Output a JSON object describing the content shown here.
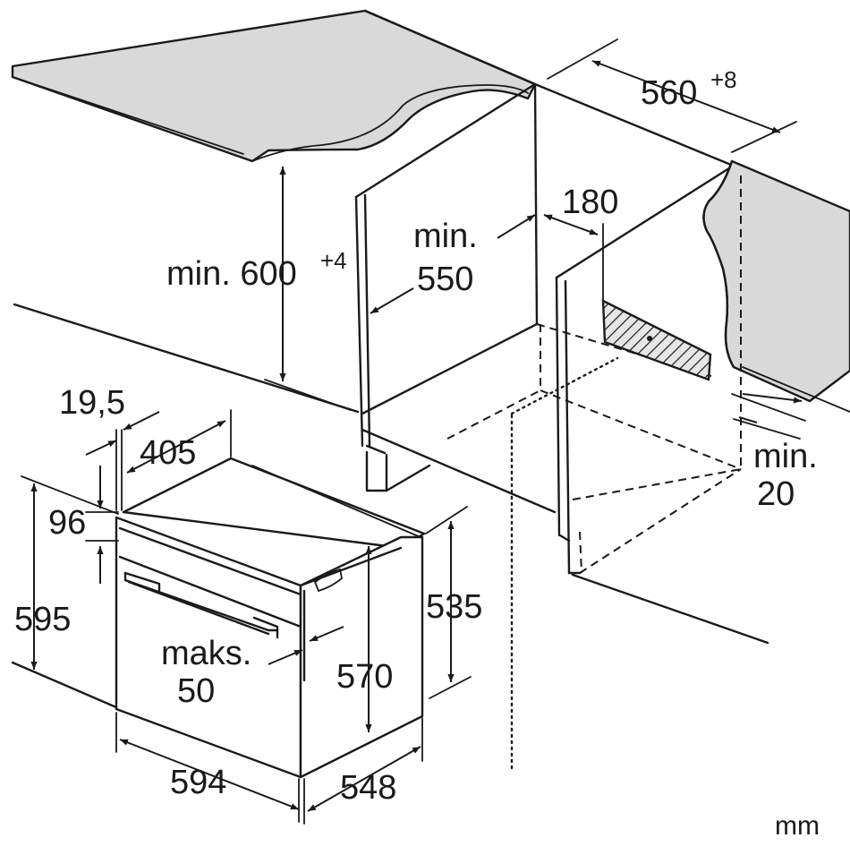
{
  "dimensions": {
    "cabinet_width": "560",
    "cabinet_width_tolerance": "+8",
    "niche_height": "min. 600",
    "niche_height_tolerance": "+4",
    "cabinet_depth_line1": "min.",
    "cabinet_depth_line2": "550",
    "vent_offset": "180",
    "plinth_gap_line1": "min.",
    "plinth_gap_line2": "20",
    "front_panel_thickness": "19,5",
    "trim_depth": "405",
    "panel_height": "96",
    "oven_height": "595",
    "handle_projection_line1": "maks.",
    "handle_projection_line2": "50",
    "body_height": "570",
    "side_height": "535",
    "oven_width": "594",
    "oven_depth": "548",
    "unit": "mm"
  }
}
